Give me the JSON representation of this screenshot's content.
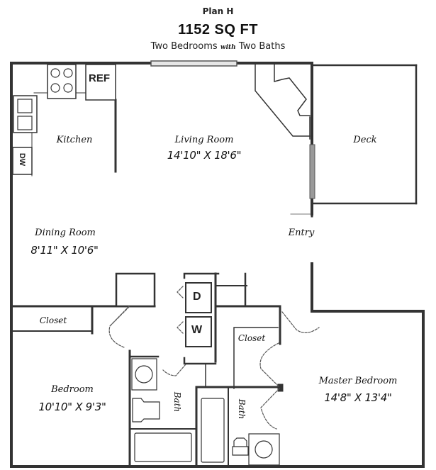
{
  "header": {
    "plan_name": "Plan H",
    "square_footage": "1152 SQ FT",
    "subtitle_part1": "Two Bedrooms",
    "subtitle_with": "with",
    "subtitle_part2": "Two Baths"
  },
  "rooms": {
    "kitchen": {
      "name": "Kitchen"
    },
    "living_room": {
      "name": "Living Room",
      "dimensions": "14'10\" X 18'6\""
    },
    "deck": {
      "name": "Deck"
    },
    "dining_room": {
      "name": "Dining Room",
      "dimensions": "8'11\" X 10'6\""
    },
    "entry": {
      "name": "Entry"
    },
    "closet_bedroom": {
      "name": "Closet"
    },
    "closet_master": {
      "name": "Closet"
    },
    "bedroom": {
      "name": "Bedroom",
      "dimensions": "10'10\" X 9'3\""
    },
    "bath_1": {
      "name": "Bath"
    },
    "bath_2": {
      "name": "Bath"
    },
    "master_bedroom": {
      "name": "Master Bedroom",
      "dimensions": "14'8\" X 13'4\""
    }
  },
  "appliances": {
    "refrigerator": "REF",
    "dishwasher": "DW",
    "dryer": "D",
    "washer": "W"
  },
  "colors": {
    "wall": "#333333",
    "window": "#9a9a9a",
    "background": "#ffffff"
  }
}
